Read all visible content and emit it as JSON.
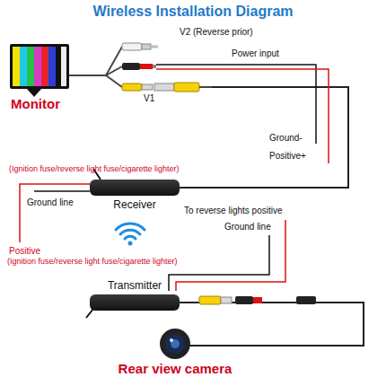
{
  "diagram": {
    "title": "Wireless Installation Diagram",
    "nodes": [
      {
        "text": [
          "Monitor"
        ]
      },
      {
        "text": [
          "Receiver"
        ]
      },
      {
        "text": [
          "Transmitter"
        ]
      },
      {
        "text": [
          "Rear view camera"
        ]
      }
    ],
    "edges": [
      {
        "from": 1,
        "to": 0,
        "arrow": "none"
      },
      {
        "from": 2,
        "to": 3,
        "arrow": "none"
      }
    ],
    "labels": [
      "V2 (Reverse prior)",
      "Power input",
      "V1",
      "Ground-",
      "Positive+",
      "(Ignition fuse/reverse light fuse/cigarette lighter)",
      "Ground line",
      "Positive",
      "(Ignition fuse/reverse light fuse/cigarette lighter)",
      "To reverse lights positive",
      "Ground line"
    ]
  }
}
